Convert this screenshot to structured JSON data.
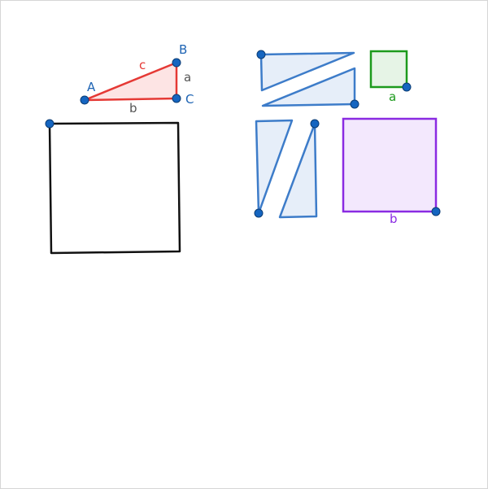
{
  "triangle": {
    "vertex_labels": {
      "A": "A",
      "B": "B",
      "C": "C"
    },
    "side_labels": {
      "a": "a",
      "b": "b",
      "c": "c"
    }
  },
  "small_square": {
    "label": "a"
  },
  "large_square": {
    "label": "b"
  },
  "colors": {
    "triangle": "#e53935",
    "triangle_fill": "#fde4e4",
    "vertex_label": "#1e64b4",
    "side_label": "#555555",
    "pieces_stroke": "#3d7cc9",
    "pieces_fill": "#e6eef9",
    "square_a": "#1c9a1c",
    "square_a_fill": "#e6f4e6",
    "square_b": "#8a2be2",
    "square_b_fill": "#f3e8fd",
    "black_square": "#111111",
    "point": "#1565c0"
  }
}
